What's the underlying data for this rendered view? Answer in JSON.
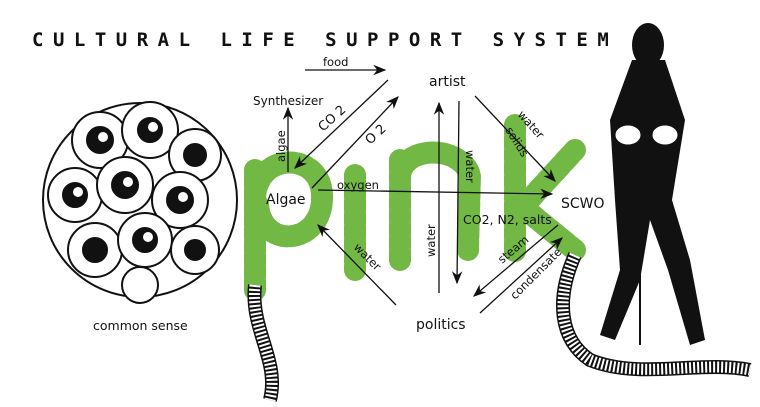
{
  "title": "CULTURAL LIFE SUPPORT SYSTEM",
  "nodes": {
    "algae": "Algae",
    "artist": "artist",
    "scwo": "SCWO",
    "politics": "politics",
    "synthesizer": "Synthesizer",
    "common_sense": "common sense"
  },
  "flows": {
    "food": "food",
    "co2": "CO 2",
    "o2": "O 2",
    "algae": "algae",
    "oxygen": "oxygen",
    "water_solids_1": "water",
    "water_solids_2": "solids",
    "water_up": "water",
    "water_down": "water",
    "co2_n2_salts": "CO2, N2, salts",
    "water_left": "water",
    "steam": "steam",
    "condensate": "condensate"
  },
  "background_word": "pink",
  "colors": {
    "green": "#72b844",
    "ink": "#111111"
  }
}
